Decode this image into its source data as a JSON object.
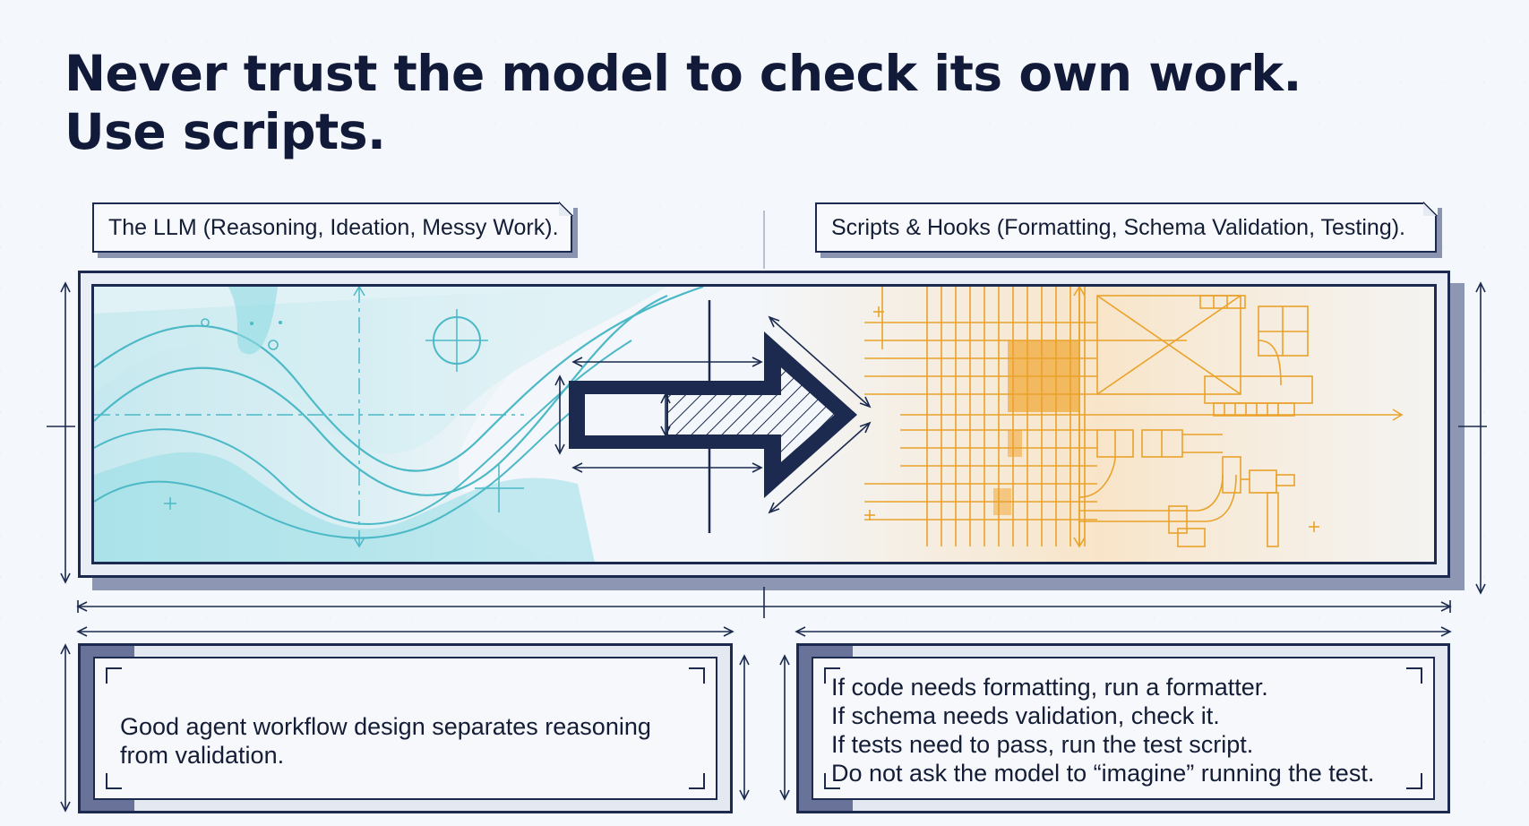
{
  "title": {
    "line1": "Never trust the model to check its own work.",
    "line2": "Use scripts."
  },
  "labels": {
    "llm": "The LLM (Reasoning, Ideation, Messy Work).",
    "scripts": "Scripts & Hooks (Formatting, Schema Validation, Testing)."
  },
  "left_box": {
    "lines": [
      "Good agent workflow design separates reasoning",
      "from validation."
    ]
  },
  "right_box": {
    "lines": [
      "If code needs formatting, run a formatter.",
      "If schema needs validation, check it.",
      "If tests need to pass, run the test script.",
      "Do not ask the model to “imagine” running the test."
    ]
  },
  "colors": {
    "ink": "#1b2a4e",
    "llm_teal": "#5cc8d4",
    "script_orange": "#f0a020",
    "shadow": "#8d96b2"
  },
  "icons": {
    "arrow": "right-arrow-icon"
  }
}
